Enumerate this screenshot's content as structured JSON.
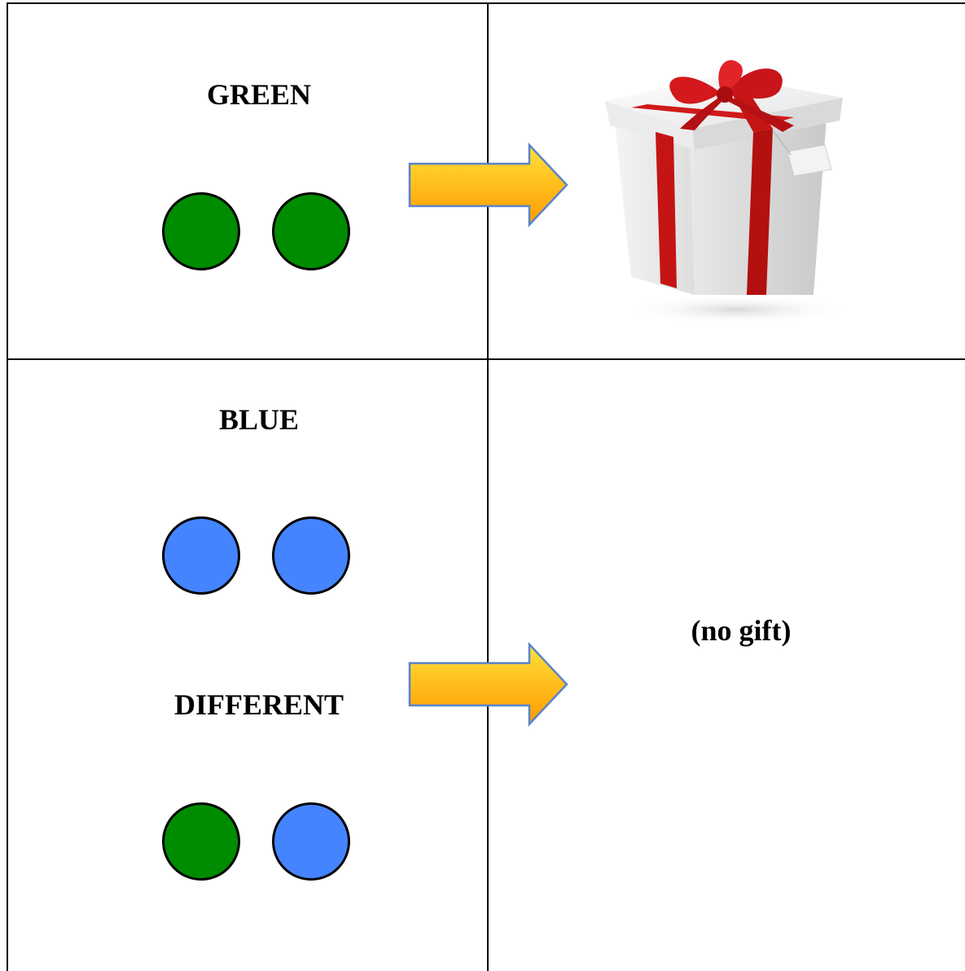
{
  "rows": [
    {
      "condition_label": "GREEN",
      "dots": [
        "green",
        "green"
      ],
      "outcome": "gift"
    },
    {
      "condition_labels": [
        "BLUE",
        "DIFFERENT"
      ],
      "dot_groups": [
        [
          "blue",
          "blue"
        ],
        [
          "green",
          "blue"
        ]
      ],
      "outcome_text": "(no gift)"
    }
  ],
  "colors": {
    "green_dot": "#008c00",
    "blue_dot": "#4484ff",
    "arrow_top": "#ffe23a",
    "arrow_bottom": "#ff9a00",
    "arrow_outline": "#5a84c9",
    "ribbon": "#c41414"
  },
  "icons": [
    "right-arrow-icon",
    "gift-box-icon"
  ]
}
